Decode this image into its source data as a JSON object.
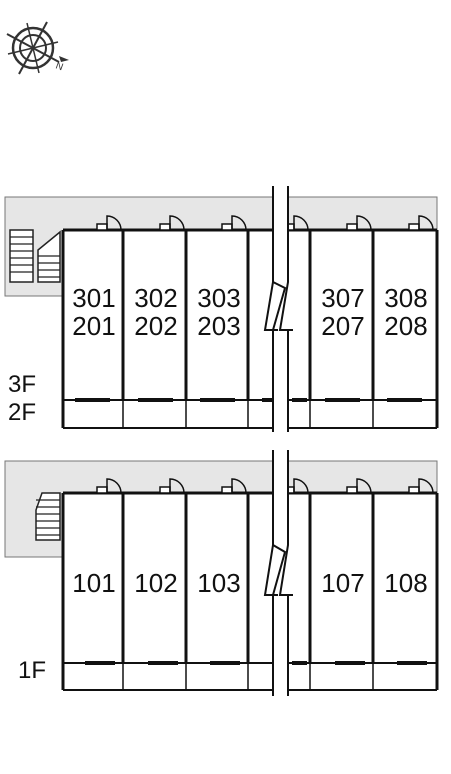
{
  "upper_block": {
    "floor_labels": [
      "3F",
      "2F"
    ],
    "units": [
      {
        "top": "301",
        "bottom": "201"
      },
      {
        "top": "302",
        "bottom": "202"
      },
      {
        "top": "303",
        "bottom": "203"
      },
      {
        "top": "307",
        "bottom": "207"
      },
      {
        "top": "308",
        "bottom": "208"
      }
    ]
  },
  "lower_block": {
    "floor_labels": [
      "1F"
    ],
    "units": [
      {
        "top": "101"
      },
      {
        "top": "102"
      },
      {
        "top": "103"
      },
      {
        "top": "107"
      },
      {
        "top": "108"
      }
    ]
  },
  "compass": {
    "label": "N",
    "icon": "compass-icon"
  },
  "colors": {
    "corridor": "#e6e6e6",
    "wall": "#111111"
  }
}
